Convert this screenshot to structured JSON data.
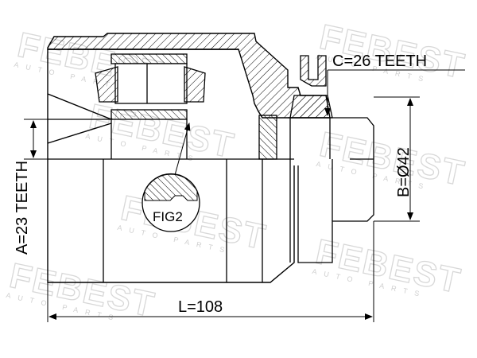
{
  "diagram": {
    "watermark": {
      "brand": "FEBEST",
      "tagline": "AUTO PARTS"
    },
    "labels": {
      "teeth_outer": "C=26 TEETH",
      "diameter": "B=Ø42",
      "teeth_inner": "A=23 TEETH",
      "length": "L=108",
      "figure": "FIG2"
    },
    "colors": {
      "line": "#000000",
      "background": "#ffffff",
      "watermark": "#d8d8d8"
    }
  }
}
